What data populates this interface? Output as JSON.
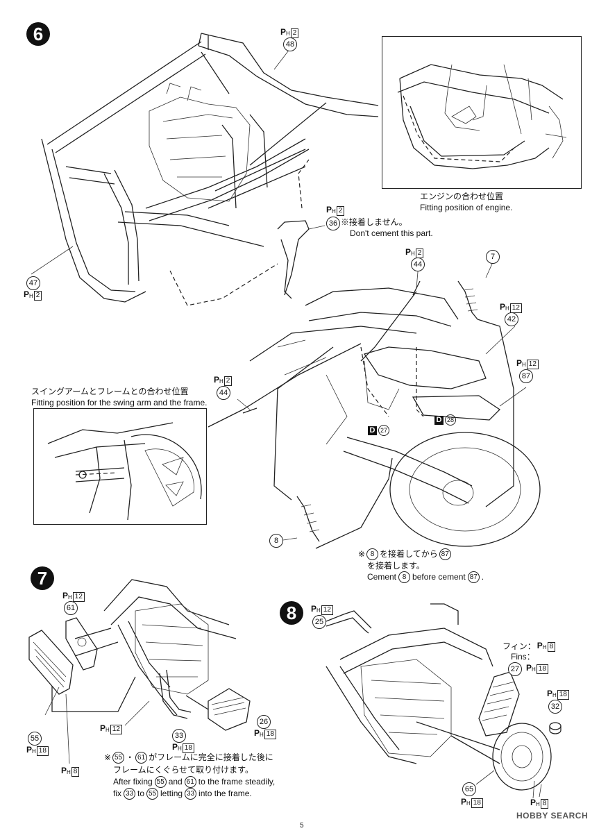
{
  "step6": {
    "number": "6",
    "inset_engine": {
      "caption_jp": "エンジンの合わせ位置",
      "caption_en": "Fitting position of engine."
    },
    "inset_swing": {
      "caption_jp": "スイングアームとフレームとの合わせ位置",
      "caption_en": "Fitting position for the swing arm and the frame."
    },
    "parts": [
      {
        "num": "48",
        "mat": "2"
      },
      {
        "num": "47",
        "mat": "2"
      },
      {
        "num": "36",
        "mat": "2"
      },
      {
        "num": "44",
        "mat": "2"
      },
      {
        "num": "44",
        "mat": "2"
      },
      {
        "num": "7"
      },
      {
        "num": "42",
        "mat": "12"
      },
      {
        "num": "87",
        "mat": "12"
      },
      {
        "num": "8"
      }
    ],
    "decals": [
      {
        "label": "D",
        "num": "27"
      },
      {
        "label": "D",
        "num": "28"
      }
    ],
    "note_36": {
      "jp": "※接着しません。",
      "en": "Don't cement this part."
    },
    "note_87": {
      "pre": "※",
      "num1": "8",
      "mid_jp": "を接着してから",
      "num2": "87",
      "line2_jp": "を接着します。",
      "en_a": "Cement",
      "en_num1": "8",
      "en_b": "before cement",
      "en_num2": "87",
      "en_c": "."
    }
  },
  "step7": {
    "number": "7",
    "parts": [
      {
        "num": "61",
        "mat": "12"
      },
      {
        "num": "55",
        "mat": "18"
      },
      {
        "num": "33",
        "mat": "18"
      },
      {
        "num": "26",
        "mat": "18"
      }
    ],
    "mat_extra": [
      {
        "mat": "12"
      },
      {
        "mat": "8"
      }
    ],
    "note": {
      "l1_pre": "※",
      "l1_n1": "55",
      "l1_sep": "・",
      "l1_n2": "61",
      "l1_text": "がフレームに完全に接着した後に",
      "l2": "フレームにくぐらせて取り付けます。",
      "l3_a": "After fixing",
      "l3_n1": "55",
      "l3_b": "and",
      "l3_n2": "61",
      "l3_c": "to the frame steadily,",
      "l4_a": "fix",
      "l4_n1": "33",
      "l4_b": "to",
      "l4_n2": "55",
      "l4_c": "letting",
      "l4_n3": "33",
      "l4_d": "into the frame."
    }
  },
  "step8": {
    "number": "8",
    "parts": [
      {
        "num": "25",
        "mat": "12"
      },
      {
        "num": "27",
        "mat": "18"
      },
      {
        "num": "32",
        "mat": "18"
      },
      {
        "num": "65",
        "mat": "18"
      }
    ],
    "fins": {
      "jp": "フィン：",
      "en": "Fins：",
      "mat": "8"
    },
    "mat_extra": [
      {
        "mat": "8"
      }
    ]
  },
  "mat_prefix": "P",
  "mat_sub": "H",
  "page_number": "5",
  "watermark": "HOBBY SEARCH"
}
